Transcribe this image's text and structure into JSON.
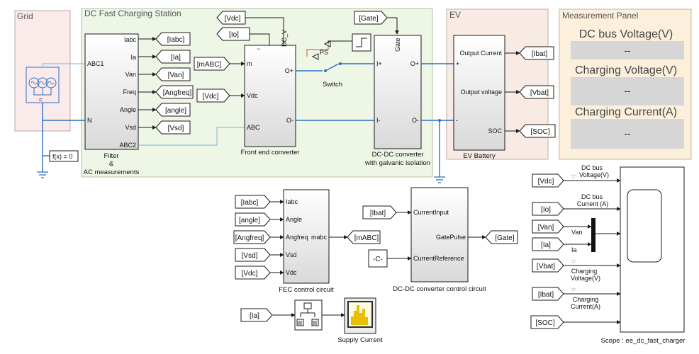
{
  "areas": {
    "grid": "Grid",
    "station": "DC Fast Charging Station",
    "ev": "EV",
    "panel": "Measurement Panel"
  },
  "panel": {
    "items": [
      {
        "label": "DC bus Voltage(V)",
        "value": "--"
      },
      {
        "label": "Charging Voltage(V)",
        "value": "--"
      },
      {
        "label": "Charging Current(A)",
        "value": "--"
      }
    ]
  },
  "blocks": {
    "filter": {
      "name_lines": [
        "Filter",
        "&",
        "AC measurements"
      ],
      "ports_left": [
        "ABC1",
        "N"
      ],
      "ports_right": [
        "Iabc",
        "Ia",
        "Van",
        "Freq",
        "Angle",
        "Vsd",
        "ABC2"
      ]
    },
    "fec": {
      "name": "Front end converter",
      "ports_left": [
        "m",
        "Vdc",
        "ABC"
      ],
      "ports_right": [
        "O+",
        "O-"
      ],
      "top_port": "DC_V"
    },
    "switch": {
      "name": "Switch",
      "port": "PS"
    },
    "dcdc": {
      "name_lines": [
        "DC-DC converter",
        "with galvanic isolation"
      ],
      "ports_left": [
        "I+",
        "I-"
      ],
      "ports_right": [
        "O+",
        "O-"
      ],
      "top_port": "Gate"
    },
    "battery": {
      "name": "EV Battery",
      "ports_left": [
        "+",
        "-"
      ],
      "ports_right": [
        "Output Current",
        "Output voltage",
        "SOC"
      ]
    },
    "fx": {
      "label": "f(x) = 0"
    },
    "fec_ctrl": {
      "name": "FEC control circuit",
      "ports_left": [
        "Iabc",
        "Angle",
        "Angfreq",
        "Vsd",
        "Vdc"
      ],
      "port_right": "mabc"
    },
    "dcdc_ctrl": {
      "name": "DC-DC converter control circuit",
      "ports_left": [
        "CurrentInput",
        "CurrentReference"
      ],
      "port_right": "GatePulse"
    },
    "constant": {
      "label": "-C-"
    },
    "supply": {
      "name": "Supply Current"
    },
    "scope": {
      "name": "Scope : ee_dc_fast_charger"
    }
  },
  "tags": {
    "station_out": [
      "[Iabc]",
      "[Ia]",
      "[Van]",
      "[Angfreq]",
      "[angle]",
      "[Vsd]"
    ],
    "fec_in": [
      "[mABC]",
      "[Vdc]"
    ],
    "top": [
      "[Vdc]",
      "[Io]",
      "[Gate]"
    ],
    "battery_out": [
      "[Ibat]",
      "[Vbat]",
      "[SOC]"
    ],
    "fec_ctrl_in": [
      "[Iabc]",
      "[angle]",
      "[Angfreq]",
      "[Vsd]",
      "[Vdc]"
    ],
    "fec_ctrl_out": "[mABC]",
    "dcdc_ctrl_in": "[Ibat]",
    "dcdc_ctrl_out": "[Gate]",
    "supply_in": "[Ia]",
    "scope_in": [
      "[Vdc]",
      "[Io]",
      "[Van]",
      "[Ia]",
      "[Vbat]",
      "[Ibat]",
      "[SOC]"
    ]
  },
  "scope_signals": {
    "dc_bus_voltage": [
      "DC bus",
      "Voltage(V)"
    ],
    "dc_bus_current": [
      "DC bus",
      "Current (A)"
    ],
    "van": "Van",
    "ia": "Ia",
    "charging_voltage": [
      "Charging",
      "Voltage(V)"
    ],
    "charging_current": [
      "Charging",
      "Current(A)"
    ]
  },
  "colors": {
    "grid_bg": "#fbeaea",
    "station_bg": "#eef6e6",
    "ev_bg": "#f8ebe4",
    "panel_bg": "#fcf0dc",
    "power_wire": "#2f6fbf",
    "signal_wire": "#1a1a1a",
    "display_bg": "#d6d6d6"
  }
}
